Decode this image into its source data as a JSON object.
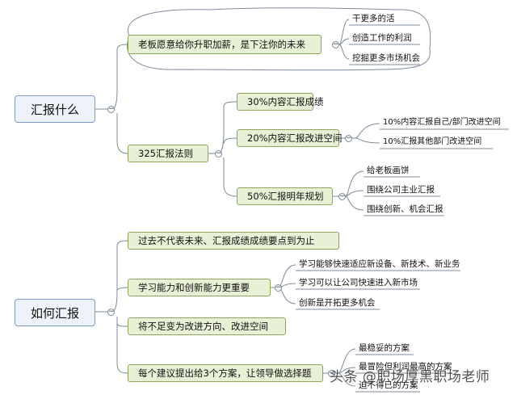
{
  "roots": [
    {
      "label": "汇报什么"
    },
    {
      "label": "如何汇报"
    }
  ],
  "branches": {
    "boss": "老板愿意给你升职加薪，是下注你的未来",
    "rule325": "325汇报法则",
    "r30": "30%内容汇报成绩",
    "r20": "20%内容汇报改进空间",
    "r50": "50%汇报明年规划",
    "past": "过去不代表未来、汇报成绩成绩要点到为止",
    "learn": "学习能力和创新能力更重要",
    "shortfall": "将不足变为改进方向、改进空间",
    "options": "每个建议提出给3个方案，让领导做选择题"
  },
  "leaves": {
    "boss": [
      "干更多的活",
      "创造工作的利润",
      "挖掘更多市场机会"
    ],
    "r20": [
      "10%内容汇报自己/部门改进空间",
      "10%汇报其他部门改进空间"
    ],
    "r50": [
      "给老板画饼",
      "围绕公司主业汇报",
      "围绕创新、机会汇报"
    ],
    "learn": [
      "学习能够快速适应新设备、新技术、新业务",
      "学习可以让公司快速进入新市场",
      "创新是开拓更多机会"
    ],
    "options": [
      "最稳妥的方案",
      "最冒险但利润最高的方案",
      "迫不得已的方案"
    ]
  },
  "toggle_symbol": "−",
  "watermark": "头条 @职场厚黑职场老师",
  "colors": {
    "line": "#7e8b9a",
    "main_fill": "#e8f0d6",
    "main_border": "#8ea65c",
    "root_fill": "#eef3fa",
    "root_border": "#7f9cc6"
  }
}
